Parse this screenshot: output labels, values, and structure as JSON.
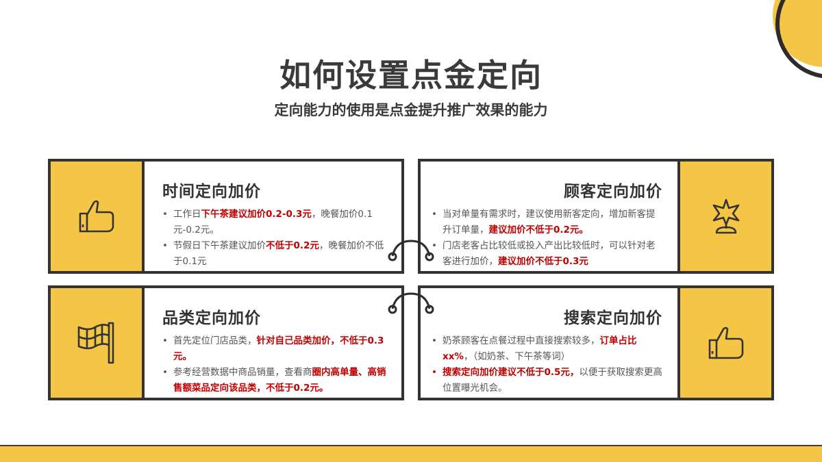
{
  "title": "如何设置点金定向",
  "subtitle": "定向能力的使用是点金提升推广效果的能力",
  "colors": {
    "accent": "#f5c646",
    "border": "#333333",
    "highlight": "#c00000"
  },
  "cards": [
    {
      "title": "时间定向加价",
      "icon": "thumbs-up-icon",
      "bullets": [
        {
          "parts": [
            {
              "t": "工作日"
            },
            {
              "t": "下午茶建议加价0.2-0.3元",
              "hl": true
            },
            {
              "t": "，晚餐加价0.1元-0.2元。"
            }
          ]
        },
        {
          "parts": [
            {
              "t": "节假日下午茶建议加价"
            },
            {
              "t": "不低于0.2元",
              "hl": true
            },
            {
              "t": "，晚餐加价不低于0.1元"
            }
          ]
        }
      ]
    },
    {
      "title": "顾客定向加价",
      "icon": "star-trophy-icon",
      "bullets": [
        {
          "parts": [
            {
              "t": "当对单量有需求时，建议使用新客定向，增加新客提升订单量，"
            },
            {
              "t": "建议加价不低于0.2元。",
              "hl": true
            }
          ]
        },
        {
          "parts": [
            {
              "t": "门店老客占比较低或投入产出比较低时，可以针对老客进行加价，"
            },
            {
              "t": "建议加价不低于0.3元",
              "hl": true
            }
          ]
        }
      ]
    },
    {
      "title": "品类定向加价",
      "icon": "checkered-flag-icon",
      "bullets": [
        {
          "parts": [
            {
              "t": "首先定位门店品类，"
            },
            {
              "t": "针对自己品类加价，不低于0.3元。",
              "hl": true
            }
          ]
        },
        {
          "parts": [
            {
              "t": "参考经营数据中商品销量，查看商"
            },
            {
              "t": "圈内高单量、高销售额菜品定向该品类，不低于0.2元。",
              "hl": true
            }
          ]
        }
      ]
    },
    {
      "title": "搜索定向加价",
      "icon": "thumbs-up-icon",
      "bullets": [
        {
          "parts": [
            {
              "t": "奶茶顾客在点餐过程中直接搜索较多，"
            },
            {
              "t": "订单占比xx%",
              "hl": true
            },
            {
              "t": "，（如奶茶、下午茶等词）"
            }
          ]
        },
        {
          "red_bullet": true,
          "parts": [
            {
              "t": "搜索定向加价建议不低于0.5元，",
              "hl": true
            },
            {
              "t": "以便于获取搜索更高位置曝光机会。"
            }
          ]
        }
      ]
    }
  ]
}
